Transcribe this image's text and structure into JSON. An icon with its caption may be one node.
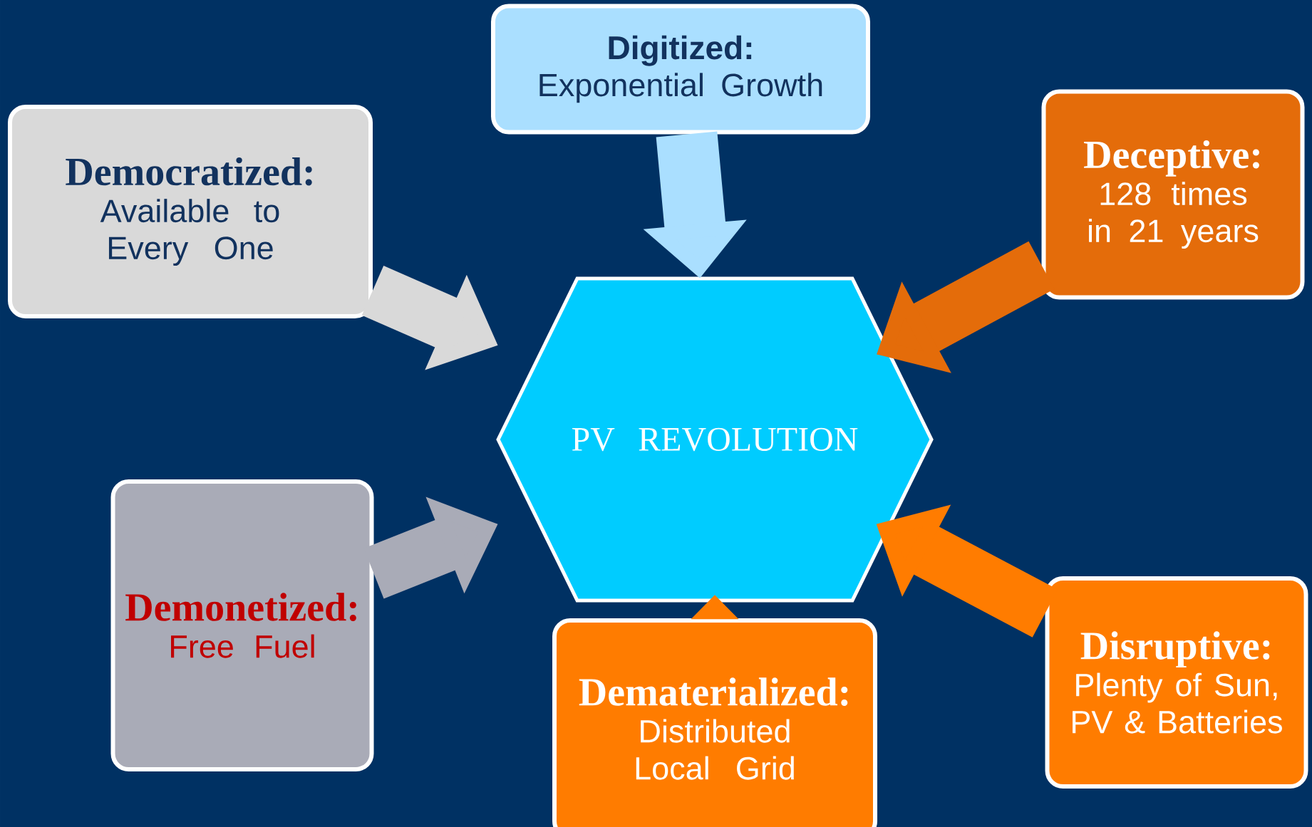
{
  "diagram": {
    "nodes": [
      {
        "text": [
          "Digitized:",
          "Exponential Growth"
        ]
      },
      {
        "text": [
          "Democratized:",
          "Available to Every One"
        ]
      },
      {
        "text": [
          "Deceptive:",
          "128 times in 21 years"
        ]
      },
      {
        "text": [
          "PV REVOLUTION"
        ]
      },
      {
        "text": [
          "Demonetized:",
          "Free Fuel"
        ]
      },
      {
        "text": [
          "Dematerialized:",
          "Distributed Local Grid"
        ]
      },
      {
        "text": [
          "Disruptive:",
          "Plenty of Sun, PV & Batteries"
        ]
      }
    ],
    "edges": [
      {
        "from": 0,
        "to": 3,
        "arrow": "to",
        "color": "#aadfff"
      },
      {
        "from": 1,
        "to": 3,
        "arrow": "to",
        "color": "#d9d9d9"
      },
      {
        "from": 2,
        "to": 3,
        "arrow": "to",
        "color": "#e46c0a"
      },
      {
        "from": 4,
        "to": 3,
        "arrow": "to",
        "color": "#a9abb7"
      },
      {
        "from": 5,
        "to": 3,
        "arrow": "to",
        "color": "#ff7c00"
      },
      {
        "from": 6,
        "to": 3,
        "arrow": "to",
        "color": "#ff7c00"
      }
    ]
  }
}
